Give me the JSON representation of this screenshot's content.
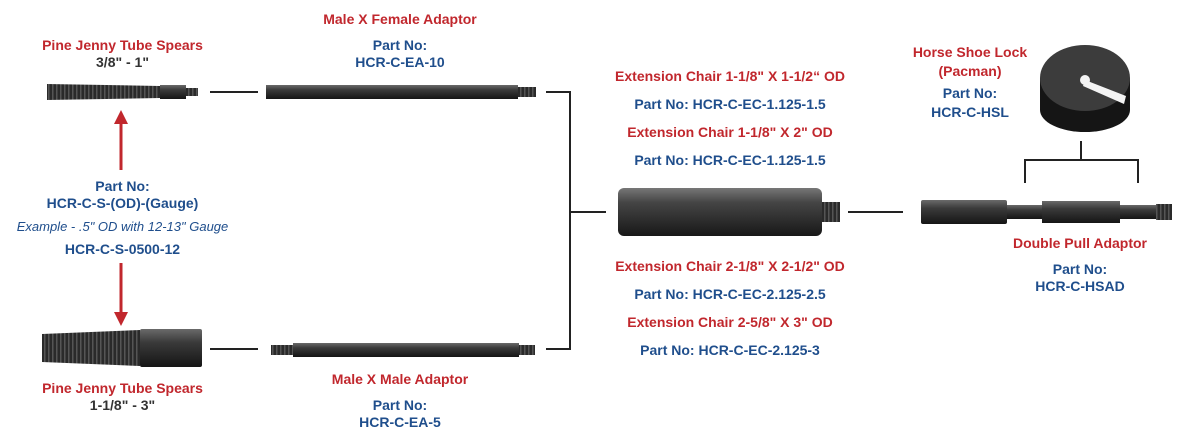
{
  "spear_small": {
    "title": "Pine Jenny Tube Spears",
    "size": "3/8\" - 1\""
  },
  "spear_large": {
    "title": "Pine Jenny Tube Spears",
    "size": "1-1/8\" - 3\""
  },
  "spear_partno": {
    "label": "Part No:",
    "number": "HCR-C-S-(OD)-(Gauge)",
    "example": "Example - .5\" OD with 12-13\" Gauge",
    "example_number": "HCR-C-S-0500-12"
  },
  "adaptor_female": {
    "title": "Male X Female Adaptor",
    "label": "Part No:",
    "number": "HCR-C-EA-10"
  },
  "adaptor_male": {
    "title": "Male X Male Adaptor",
    "label": "Part No:",
    "number": "HCR-C-EA-5"
  },
  "ext_chairs": [
    {
      "title": "Extension Chair 1-1/8\" X 1-1/2“ OD",
      "partno": "Part No: HCR-C-EC-1.125-1.5"
    },
    {
      "title": "Extension Chair 1-1/8\" X 2\" OD",
      "partno": "Part No: HCR-C-EC-1.125-1.5"
    },
    {
      "title": "Extension Chair 2-1/8\" X 2-1/2\" OD",
      "partno": "Part No: HCR-C-EC-2.125-2.5"
    },
    {
      "title": "Extension Chair 2-5/8\" X 3\" OD",
      "partno": "Part No: HCR-C-EC-2.125-3"
    }
  ],
  "horse_shoe": {
    "title1": "Horse Shoe Lock",
    "title2": "(Pacman)",
    "label": "Part No:",
    "number": "HCR-C-HSL"
  },
  "double_pull": {
    "title": "Double Pull Adaptor",
    "label": "Part No:",
    "number": "HCR-C-HSAD"
  },
  "colors": {
    "red": "#c1272d",
    "blue": "#1f4e8c",
    "arrow": "#c1272d",
    "part": "#2a2a2a"
  }
}
